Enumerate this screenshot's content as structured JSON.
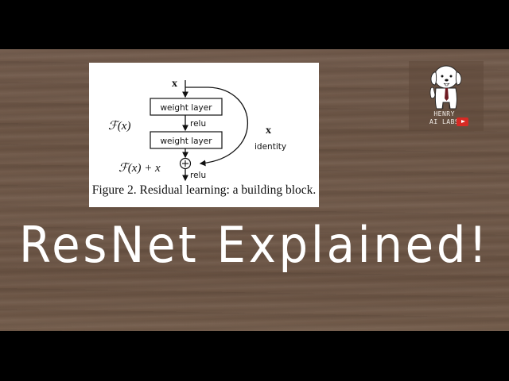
{
  "video_title": "ResNet Explained!",
  "figure": {
    "input_label": "x",
    "layer1_label": "weight layer",
    "activation1_label": "relu",
    "layer2_label": "weight layer",
    "function_label": "ℱ(x)",
    "shortcut_label": "x",
    "shortcut_name": "identity",
    "sum_label": "ℱ(x) + x",
    "sum_symbol": "+",
    "activation2_label": "relu",
    "caption": "Figure 2. Residual learning: a building block."
  },
  "logo": {
    "line1": "HENRY",
    "line2": "AI LABS",
    "youtube_icon": "play-button-icon"
  },
  "colors": {
    "wood": "#6d5646",
    "letterbox": "#000000",
    "title_text": "#ffffff",
    "youtube_red": "#d62a24",
    "tie": "#6e1b22"
  }
}
